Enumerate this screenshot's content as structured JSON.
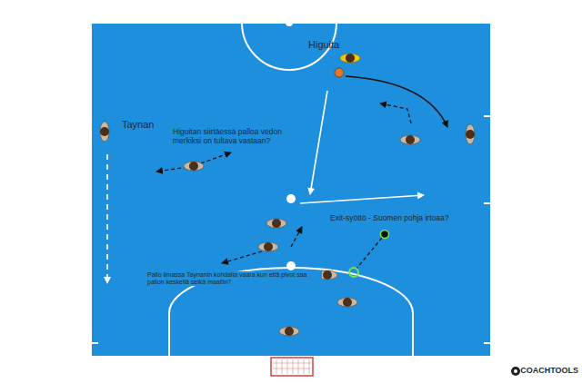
{
  "diagram": {
    "labels": [
      "Higuita",
      "Taynan",
      "Higuitan siirtäessä palloa vedon merkiksi on tultava vastaan?",
      "Exit-syöttö - Suomen pohja irtoaa?",
      "Pallo ilmassa Taynanin kohdalla vaara kun että pivot saa pallon keskellä selkä maaliin?",
      "COACHTOOLS"
    ]
  }
}
